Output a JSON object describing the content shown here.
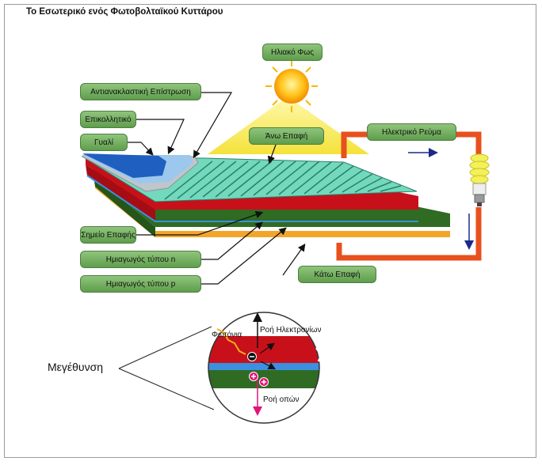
{
  "title": "Το Εσωτερικό ενός Φωτοβολταϊκού Κυττάρου",
  "labels": {
    "sunlight": "Ηλιακό Φως",
    "antireflective": "Αντιανακλαστική Επίστρωση",
    "adhesive": "Επικολλητικό",
    "glass": "Γυαλί",
    "top_contact": "Άνω Επαφή",
    "current": "Ηλεκτρικό Ρεύμα",
    "junction": "Σημείο Επαφής",
    "n_type": "Ημιαγωγός τύπου n",
    "p_type": "Ημιαγωγός τύπου p",
    "bottom_contact": "Κάτω Επαφή"
  },
  "zoom": {
    "caption": "Μεγέθυνση",
    "photons": "Φωτόνια",
    "electron_flow": "Ροή Ηλεκτρονίων",
    "hole_flow": "Ροή οπών"
  },
  "colors": {
    "label_green": "#6aa857",
    "sun_yellow": "#f7e34b",
    "layer_red": "#c8101a",
    "layer_green": "#2f6b22",
    "contact_grid": "#6fd9b8",
    "glass_blue": "#1f5fbf",
    "circuit_orange": "#e8501e",
    "junction_blue": "#3d8fe0"
  }
}
